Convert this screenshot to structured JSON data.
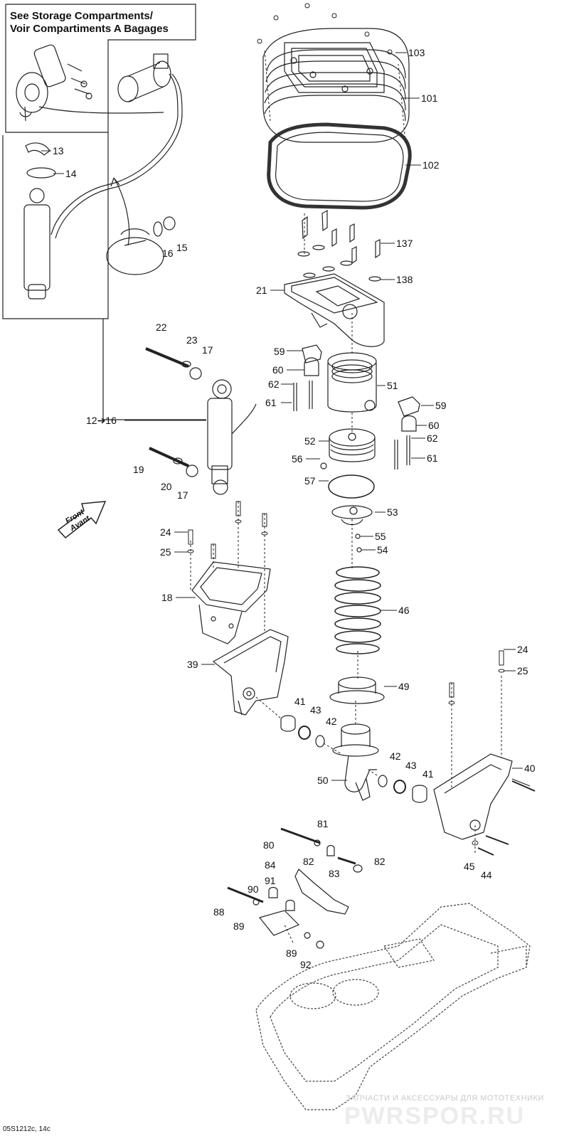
{
  "inset": {
    "title_line1": "See Storage Compartments/",
    "title_line2": "Voir Compartiments A Bagages"
  },
  "front_badge": {
    "line1": "Front",
    "line2": "Avant"
  },
  "labels": {
    "l103": "103",
    "l101": "101",
    "l102": "102",
    "l13": "13",
    "l14": "14",
    "l16a": "16",
    "l15": "15",
    "l137": "137",
    "l138": "138",
    "l21": "21",
    "l22": "22",
    "l23": "23",
    "l17a": "17",
    "l59a": "59",
    "l60a": "60",
    "l62a": "62",
    "l61a": "61",
    "l51": "51",
    "l59b": "59",
    "l60b": "60",
    "l62b": "62",
    "l61b": "61",
    "l12_16": "12➔16",
    "l19": "19",
    "l20": "20",
    "l17b": "17",
    "l52": "52",
    "l56": "56",
    "l57": "57",
    "l53": "53",
    "l55": "55",
    "l54": "54",
    "l24a": "24",
    "l25a": "25",
    "l18": "18",
    "l46": "46",
    "l24b": "24",
    "l25b": "25",
    "l39": "39",
    "l49": "49",
    "l41a": "41",
    "l43a": "43",
    "l42a": "42",
    "l40": "40",
    "l50": "50",
    "l42b": "42",
    "l43b": "43",
    "l41b": "41",
    "l81": "81",
    "l80": "80",
    "l82a": "82",
    "l82b": "82",
    "l83": "83",
    "l45": "45",
    "l44": "44",
    "l84": "84",
    "l91": "91",
    "l90": "90",
    "l88": "88",
    "l89a": "89",
    "l89b": "89",
    "l92": "92"
  },
  "footer": "05S1212c, 14c",
  "watermark": {
    "small": "ЗАПЧАСТИ И АКСЕССУАРЫ ДЛЯ МОТОТЕХНИКИ",
    "big": "PWRSPOR.RU"
  }
}
